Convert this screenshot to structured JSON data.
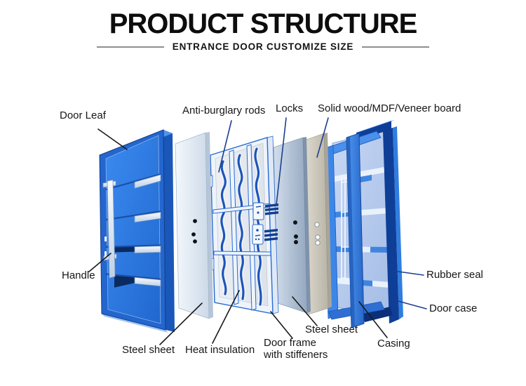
{
  "header": {
    "title": "PRODUCT STRUCTURE",
    "subtitle": "ENTRANCE DOOR CUSTOMIZE SIZE"
  },
  "labels": {
    "door_leaf": "Door Leaf",
    "anti_burglary_rods": "Anti-burglary rods",
    "locks": "Locks",
    "solid_wood_board": "Solid wood/MDF/Veneer board",
    "handle": "Handle",
    "rubber_seal": "Rubber seal",
    "door_case": "Door case",
    "steel_sheet_front": "Steel sheet",
    "heat_insulation": "Heat insulation",
    "door_frame_with_stiffeners": "Door frame\nwith stiffeners",
    "steel_sheet_back": "Steel sheet",
    "casing": "Casing"
  },
  "palette": {
    "door_blue": "#2e7ce0",
    "door_frame_blue": "#2366ce",
    "case_navy": "#0f3e97",
    "leader_navy": "#1e3f8f",
    "leader_black": "#1a1a1a",
    "steel_light": "#e9f0f8",
    "steel_gray": "#a9bcd1",
    "wood_beige": "#cfccc0",
    "glass_blue": "#b8cdf0"
  }
}
